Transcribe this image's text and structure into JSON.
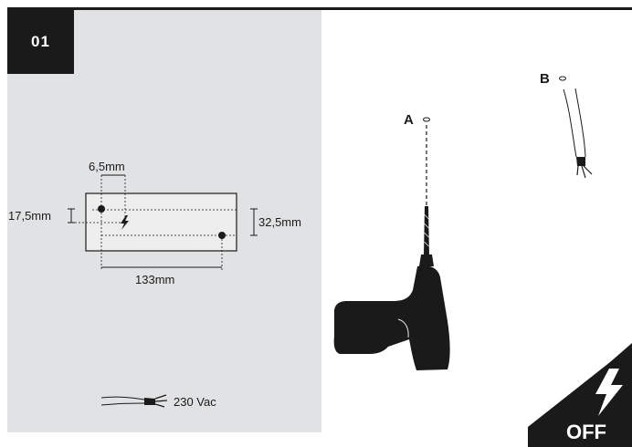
{
  "step": {
    "number": "01"
  },
  "dimensions": {
    "hole_offset": "6,5mm",
    "left_height": "17,5mm",
    "right_height": "32,5mm",
    "hole_spacing": "133mm"
  },
  "cable": {
    "voltage_label": "230 Vac"
  },
  "labels": {
    "drill_point": "A",
    "cable_point": "B"
  },
  "power": {
    "state_label": "OFF"
  },
  "colors": {
    "ink": "#1a1a1a",
    "panel": "#e1e2e3",
    "plate": "#ededee",
    "white": "#ffffff"
  },
  "icons": [
    "lightning-bolt-icon",
    "drill-icon",
    "cable-icon",
    "power-off-icon"
  ]
}
